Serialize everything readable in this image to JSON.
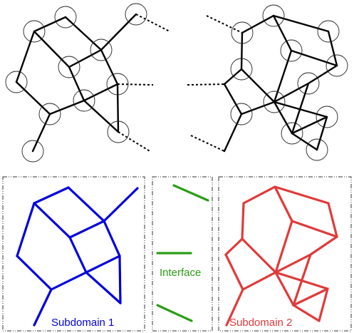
{
  "labels": {
    "subdomain1": "Subdomain 1",
    "subdomain2": "Subdomain 2",
    "interface": "Interface"
  },
  "colors": {
    "graph": "#000000",
    "subdomain1": "#0000dd",
    "subdomain2": "#e03a3a",
    "interface": "#2a9d14"
  }
}
